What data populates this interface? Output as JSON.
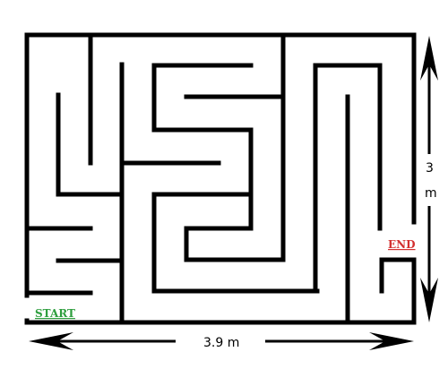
{
  "labels": {
    "start": "START",
    "end": "END",
    "width": "3.9 m",
    "height_value": "3",
    "height_unit": "m"
  },
  "colors": {
    "start": "#2e9e3e",
    "end": "#d32f2f",
    "wall": "#000000",
    "background": "#ffffff"
  }
}
